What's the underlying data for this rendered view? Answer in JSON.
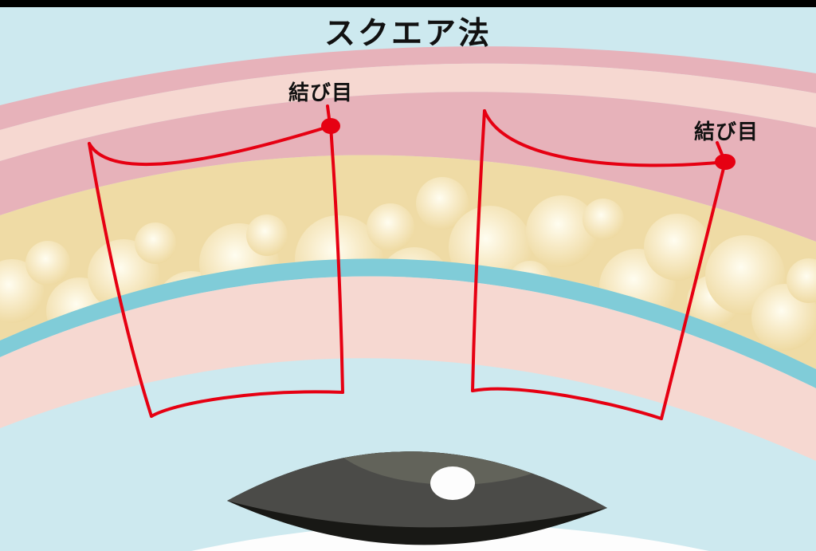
{
  "title": "スクエア法",
  "annotations": {
    "knot_label_left": "結び目",
    "knot_label_right": "結び目"
  },
  "colors": {
    "background_blue": "#cde9ef",
    "skin_dark_pink": "#e7b2ba",
    "skin_light_pink": "#f6d8d1",
    "fat_yellow": "#efdba5",
    "tarsus_teal": "#80ccd8",
    "eye_gray": "#4b4b48",
    "eye_gray_light": "#62635a",
    "eye_rim_black": "#181815",
    "sclera_white": "#fdfdfd",
    "suture_red": "#e60012",
    "title_black": "#111111"
  }
}
